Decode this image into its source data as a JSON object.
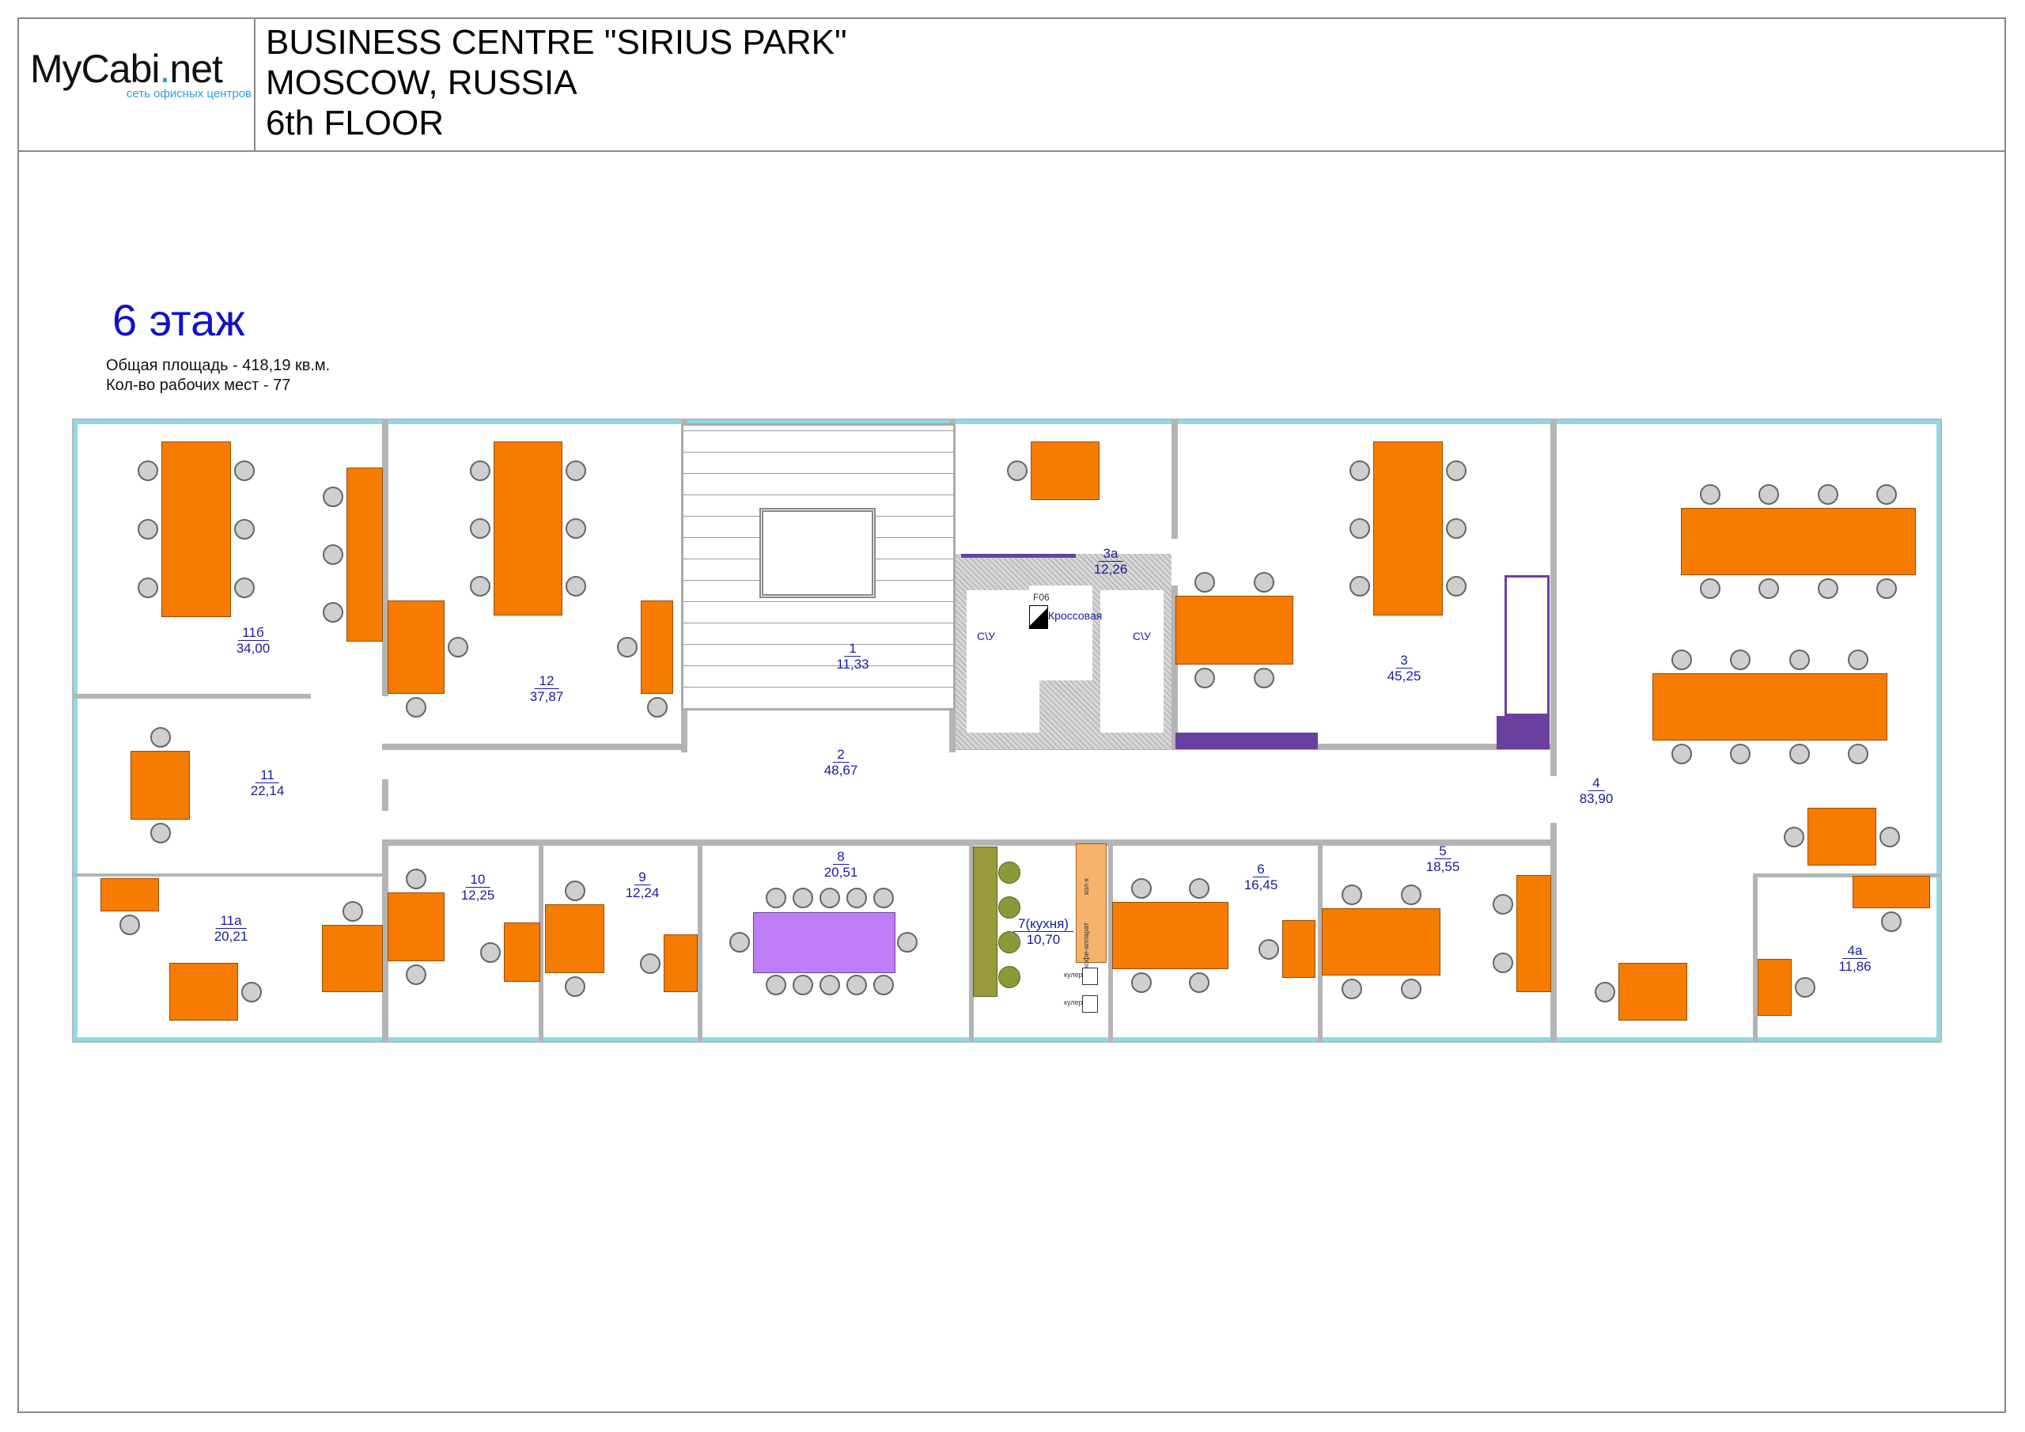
{
  "header": {
    "logo_text_main": "MyCabi",
    "logo_text_dot": ".",
    "logo_text_end": "net",
    "logo_tagline": "сеть офисных центров",
    "title_line1": "BUSINESS CENTRE  \"SIRIUS PARK\"",
    "title_line2": "MOSCOW, RUSSIA",
    "title_line3": "6th FLOOR"
  },
  "plan": {
    "floor_title": "6 этаж",
    "total_area": "Общая площадь - 418,19 кв.м.",
    "workplaces": "Кол-во рабочих мест - 77",
    "rooms": [
      {
        "number": "11б",
        "area": "34,00"
      },
      {
        "number": "12",
        "area": "37,87"
      },
      {
        "number": "1",
        "area": "11,33"
      },
      {
        "number": "3а",
        "area": "12,26"
      },
      {
        "number": "3",
        "area": "45,25"
      },
      {
        "number": "2",
        "area": "48,67"
      },
      {
        "number": "11",
        "area": "22,14"
      },
      {
        "number": "4",
        "area": "83,90"
      },
      {
        "number": "10",
        "area": "12,25"
      },
      {
        "number": "9",
        "area": "12,24"
      },
      {
        "number": "8",
        "area": "20,51"
      },
      {
        "number": "7(кухня)",
        "area": "10,70"
      },
      {
        "number": "6",
        "area": "16,45"
      },
      {
        "number": "5",
        "area": "18,55"
      },
      {
        "number": "11а",
        "area": "20,21"
      },
      {
        "number": "4а",
        "area": "11,86"
      }
    ],
    "labels": {
      "wc1": "С\\У",
      "wc2": "С\\У",
      "server_code": "F06",
      "server_room": "Кроссовая",
      "fridge": "хол-к",
      "coffee": "кофе-аппарат",
      "cooler1": "кулер",
      "cooler2": "кулер"
    },
    "colors": {
      "desk": "#f57c00",
      "meeting_table": "#bf7df7",
      "kitchen_bar": "#9a9a3a",
      "kitchen_counter": "#f7b26b",
      "partition": "#6a3fa0",
      "window": "#8fd9ea",
      "text": "#1a1aa0"
    }
  }
}
